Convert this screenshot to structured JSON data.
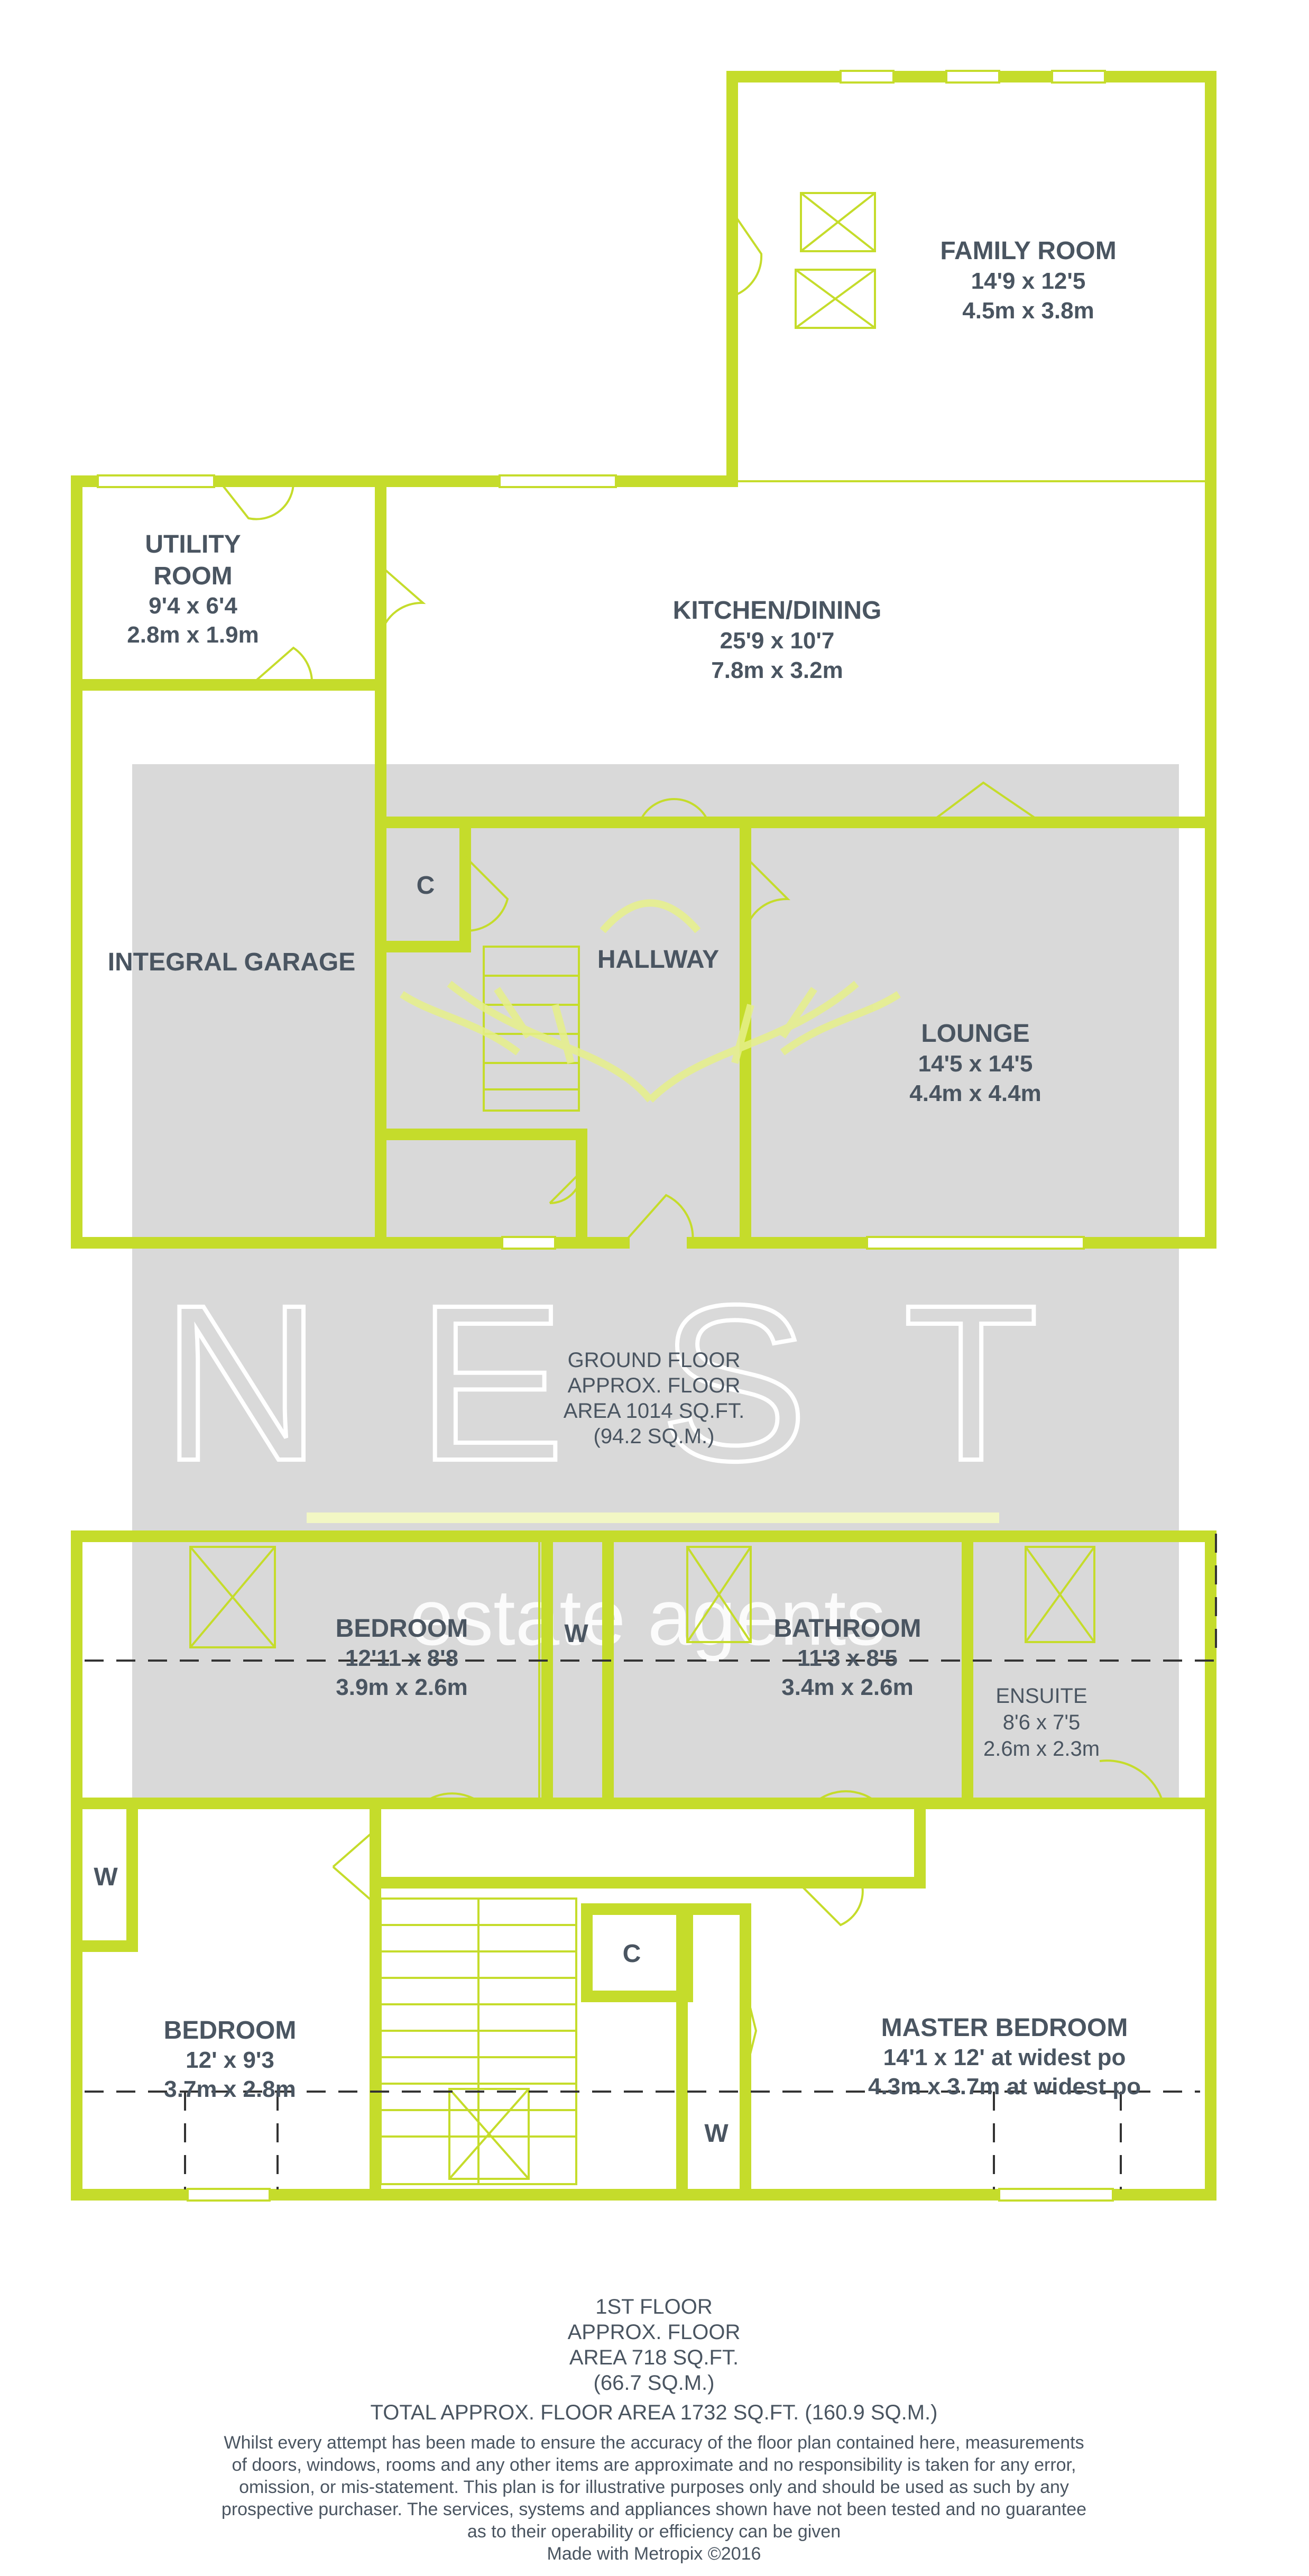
{
  "brand": {
    "name": "NEST",
    "tagline": "estate agents",
    "accent_color": "#c5dc2b",
    "watermark_color": "#d9d9d9"
  },
  "ground_floor": {
    "rooms": {
      "family_room": {
        "name": "FAMILY ROOM",
        "imperial": "14'9 x 12'5",
        "metric": "4.5m x 3.8m"
      },
      "utility_room": {
        "name1": "UTILITY",
        "name2": "ROOM",
        "imperial": "9'4 x 6'4",
        "metric": "2.8m x 1.9m"
      },
      "kitchen_dining": {
        "name": "KITCHEN/DINING",
        "imperial": "25'9 x 10'7",
        "metric": "7.8m x 3.2m"
      },
      "integral_garage": {
        "name": "INTEGRAL GARAGE"
      },
      "cupboard": {
        "name": "C"
      },
      "hallway": {
        "name": "HALLWAY"
      },
      "lounge": {
        "name": "LOUNGE",
        "imperial": "14'5 x 14'5",
        "metric": "4.4m x 4.4m"
      }
    },
    "area": [
      "GROUND FLOOR",
      "APPROX. FLOOR",
      "AREA 1014 SQ.FT.",
      "(94.2 SQ.M.)"
    ]
  },
  "first_floor": {
    "rooms": {
      "bedroom_front": {
        "name": "BEDROOM",
        "imperial": "12'11 x 8'8",
        "metric": "3.9m x 2.6m"
      },
      "wardrobe_a": {
        "name": "W"
      },
      "bathroom": {
        "name": "BATHROOM",
        "imperial": "11'3 x 8'5",
        "metric": "3.4m x 2.6m"
      },
      "ensuite": {
        "name": "ENSUITE",
        "imperial": "8'6 x 7'5",
        "metric": "2.6m x 2.3m"
      },
      "wardrobe_b": {
        "name": "W"
      },
      "bedroom_rear": {
        "name": "BEDROOM",
        "imperial": "12' x 9'3",
        "metric": "3.7m x 2.8m"
      },
      "cupboard": {
        "name": "C"
      },
      "wardrobe_c": {
        "name": "W"
      },
      "master_bedroom": {
        "name": "MASTER BEDROOM",
        "imperial": "14'1 x 12' at widest po",
        "metric": "4.3m x 3.7m at widest po"
      }
    },
    "area": [
      "1ST FLOOR",
      "APPROX. FLOOR",
      "AREA 718 SQ.FT.",
      "(66.7 SQ.M.)"
    ]
  },
  "total_area": "TOTAL APPROX. FLOOR AREA 1732 SQ.FT. (160.9 SQ.M.)",
  "disclaimer": [
    "Whilst every attempt has been made to ensure the accuracy of the floor plan contained here, measurements",
    "of doors, windows, rooms and any other items are approximate and no responsibility is taken for any error,",
    "omission, or mis-statement. This plan is for illustrative purposes only and should be used as such by any",
    "prospective purchaser. The services, systems and appliances shown have not been tested and no guarantee",
    "as to their operability or efficiency can be given"
  ],
  "credit": "Made with Metropix ©2016"
}
